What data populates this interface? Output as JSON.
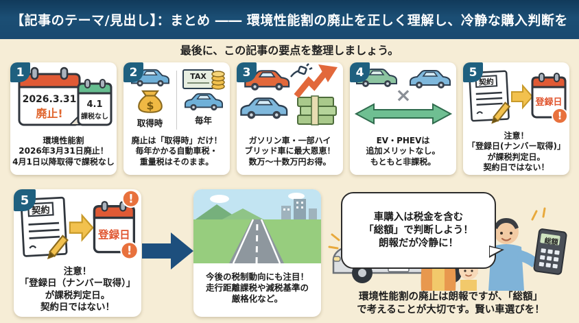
{
  "colors": {
    "header_bg": "#1a4a70",
    "page_bg": "#f6edd6",
    "card_bg": "#ffffff",
    "badge_bg": "#1f607f",
    "accent_red": "#e05a35",
    "accent_orange": "#e8713d",
    "accent_green": "#63b98c",
    "accent_yellow": "#f2c14e",
    "arrow_blue": "#1d4f7d"
  },
  "header": {
    "title": "【記事のテーマ/見出し】：まとめ ―― 環境性能割の廃止を正しく理解し、冷静な購入判断を"
  },
  "subtitle": "最後に、この記事の要点を整理しましょう。",
  "top_cards": [
    {
      "number": "1",
      "art": {
        "calendar_red": {
          "date": "2026.3.31",
          "label": "廃止!"
        },
        "calendar_green": {
          "date": "4.1",
          "label": "課税なし"
        }
      },
      "caption": "環境性能割\n2026年3月31日廃止！\n4月1日以降取得で課税なし"
    },
    {
      "number": "2",
      "art": {
        "left_label": "取得時",
        "right_label": "毎年",
        "tax_label": "TAX",
        "money_symbol": "$"
      },
      "caption": "廃止は「取得時」だけ！\n毎年かかる自動車税・\n重量税はそのまま。"
    },
    {
      "number": "3",
      "caption": "ガソリン車・一部ハイ\nブリッド車に最大恩恵！\n数万〜十数万円お得。"
    },
    {
      "number": "4",
      "art": {
        "x_mark": "×"
      },
      "caption": "EV・PHEVは\n追加メリットなし。\nもともと非課税。"
    },
    {
      "number": "5",
      "art": {
        "doc_label": "契約",
        "calendar_label": "登録日",
        "exclamation": "!"
      },
      "caption": "注意！\n「登録日(ナンバー取得)」\nが課税判定日。\n契約日ではない！"
    }
  ],
  "bottom": {
    "card5": {
      "number": "5",
      "doc_label": "契約",
      "calendar_label": "登録日",
      "exclamation": "!",
      "caption": "注意！\n「登録日（ナンバー取得）」\nが課税判定日。\n契約日ではない！"
    },
    "road_card": {
      "caption": "今後の税制動向にも注目！\n走行距離課税や減税基準の\n厳格化など。"
    },
    "right": {
      "bubble": "車購入は税金を含む\n「総額」で判断しよう！\n朗報だが冷静に！",
      "calculator_label": "総額",
      "caption": "環境性能割の廃止は朗報ですが、「総額」\nで考えることが大切です。賢い車選びを！"
    }
  }
}
